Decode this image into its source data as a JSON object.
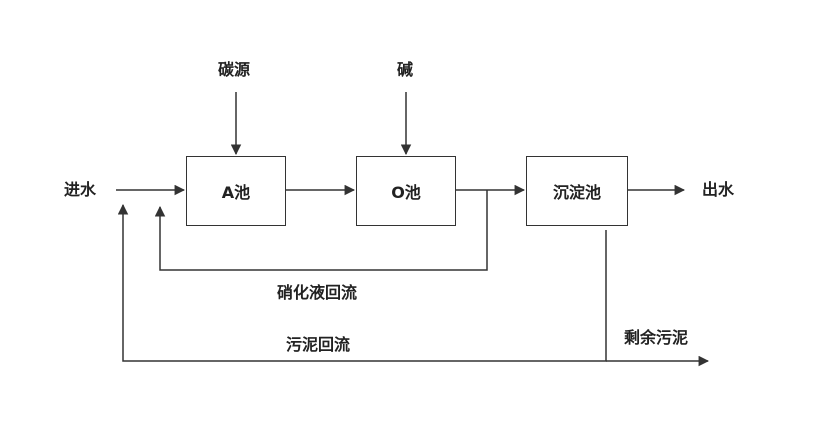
{
  "inputs": {
    "carbon_source": "碳源",
    "alkali": "碱"
  },
  "units": {
    "a_tank": "A池",
    "o_tank": "O池",
    "settling_tank": "沉淀池"
  },
  "flows": {
    "influent": "进水",
    "effluent": "出水",
    "nitrified_liquid_return": "硝化液回流",
    "sludge_return": "污泥回流",
    "excess_sludge": "剩余污泥"
  },
  "colors": {
    "line": "#333333",
    "text": "#222222",
    "background": "#ffffff"
  }
}
